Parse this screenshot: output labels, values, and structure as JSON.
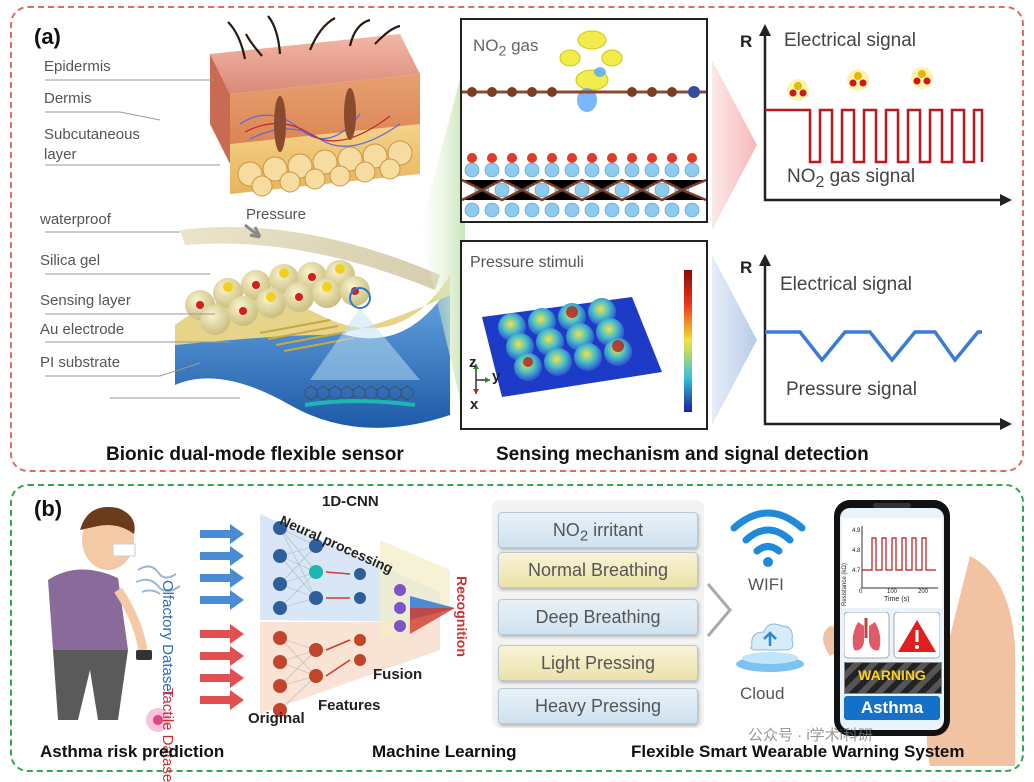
{
  "panel_a": {
    "tag": "(a)",
    "skin_labels": [
      "Epidermis",
      "Dermis",
      "Subcutaneous",
      "layer"
    ],
    "sensor_labels": {
      "pressure": "Pressure",
      "waterproof": "waterproof",
      "silica": "Silica gel",
      "sensing": "Sensing layer",
      "electrode": "Au electrode",
      "substrate": "PI substrate"
    },
    "no2_box_title_pre": "NO",
    "no2_box_title_sub": "2",
    "no2_box_title_post": " gas",
    "pressure_box_title": "Pressure stimuli",
    "axes_xyz": {
      "z": "z",
      "y": "y",
      "x": "x"
    },
    "signal_top": {
      "axis": "R",
      "title": "Electrical signal",
      "label_pre": "NO",
      "label_sub": "2",
      "label_post": " gas signal"
    },
    "signal_bottom": {
      "axis": "R",
      "title": "Electrical signal",
      "label": "Pressure signal"
    },
    "caption_left": "Bionic dual-mode flexible sensor",
    "caption_right": "Sensing mechanism and signal detection"
  },
  "panel_b": {
    "tag": "(b)",
    "olfactory": "Olfactory Dataset",
    "tactile": "Tactile Datase",
    "cnn_title": "1D-CNN",
    "cnn_subtitle": "Neural processing",
    "recognition": "Recognition",
    "fusion": "Fusion",
    "features": "Features",
    "original": "Original",
    "ml_boxes": {
      "no2_pre": "NO",
      "no2_sub": "2",
      "no2_post": " irritant",
      "normal": "Normal Breathing",
      "deep": "Deep Breathing",
      "light": "Light Pressing",
      "heavy": "Heavy Pressing"
    },
    "wifi": "WIFI",
    "cloud": "Cloud",
    "phone": {
      "y_label": "Resistance (kΩ)",
      "x_label": "Time (s)",
      "x_ticks": [
        "0",
        "100",
        "200"
      ],
      "y_ticks": [
        "4.9",
        "4.8",
        "4.7"
      ],
      "warning": "WARNING",
      "asthma": "Asthma"
    },
    "caption_left": "Asthma risk prediction",
    "caption_mid": "Machine Learning",
    "caption_right": "Flexible Smart Wearable Warning System",
    "watermark": "公众号 · i学术i科研"
  },
  "colors": {
    "panel_a_border": "#e06a6a",
    "panel_b_border": "#2fa84f",
    "signal_red": "#c0161c",
    "signal_blue": "#3a7bd5"
  }
}
